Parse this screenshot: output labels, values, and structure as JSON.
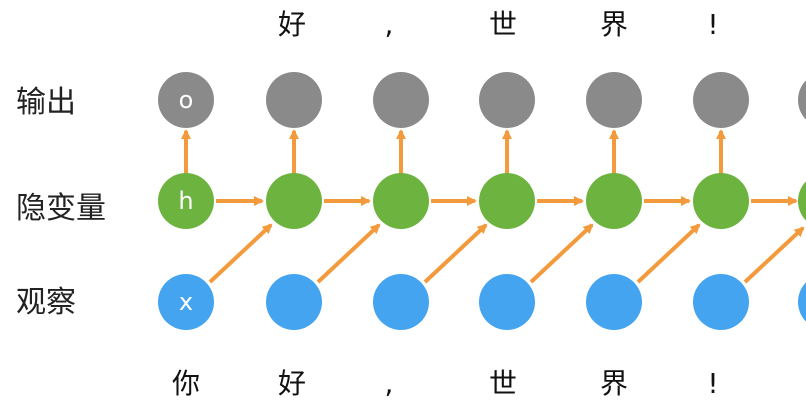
{
  "row_labels": {
    "output": "输出",
    "hidden": "隐变量",
    "observation": "观察"
  },
  "node_symbols": {
    "output": "o",
    "hidden": "h",
    "observation": "x"
  },
  "top_tokens": [
    "好",
    ",",
    "世",
    "界",
    "!"
  ],
  "bottom_tokens": [
    "你",
    "好",
    ",",
    "世",
    "界",
    "!"
  ],
  "colors": {
    "output_node": "#8a8a8a",
    "hidden_node": "#6db33f",
    "observation_node": "#44a4ef",
    "arrow": "#f39a3c"
  },
  "timesteps_visible": 7
}
